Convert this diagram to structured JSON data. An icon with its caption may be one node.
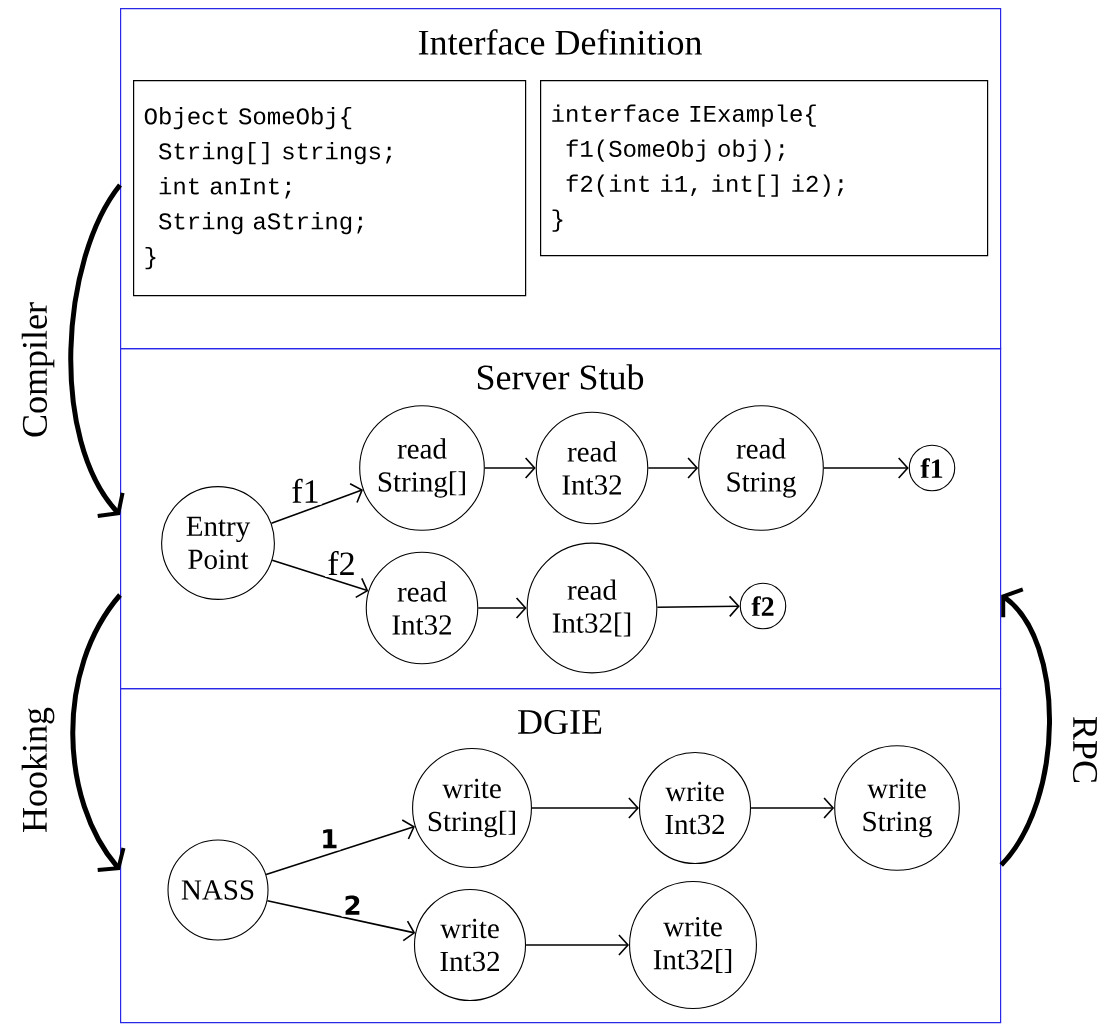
{
  "diagram": {
    "nodes": [
      {
        "text": [
          "Interface Definition"
        ]
      },
      {
        "text": [
          "Object SomeObj{",
          "String[] strings;",
          "int anInt;",
          "String aString;",
          "}"
        ],
        "in": 0
      },
      {
        "text": [
          "interface IExample{",
          "f1(SomeObj obj);",
          "f2(int i1, int[] i2);",
          "}"
        ],
        "in": 0
      },
      {
        "text": [
          "Server Stub"
        ]
      },
      {
        "text": [
          "Entry Point"
        ],
        "in": 3
      },
      {
        "text": [
          "read String[]"
        ],
        "in": 3
      },
      {
        "text": [
          "read Int32"
        ],
        "in": 3
      },
      {
        "text": [
          "read String"
        ],
        "in": 3
      },
      {
        "text": [
          "f1"
        ],
        "in": 3
      },
      {
        "text": [
          "read Int32"
        ],
        "in": 3
      },
      {
        "text": [
          "read Int32[]"
        ],
        "in": 3
      },
      {
        "text": [
          "f2"
        ],
        "in": 3
      },
      {
        "text": [
          "DGIE"
        ]
      },
      {
        "text": [
          "NASS"
        ],
        "in": 12
      },
      {
        "text": [
          "write String[]"
        ],
        "in": 12
      },
      {
        "text": [
          "write Int32"
        ],
        "in": 12
      },
      {
        "text": [
          "write String"
        ],
        "in": 12
      },
      {
        "text": [
          "write Int32"
        ],
        "in": 12
      },
      {
        "text": [
          "write Int32[]"
        ],
        "in": 12
      }
    ],
    "edges": [
      {
        "from": 0,
        "to": 3,
        "arrow": "to",
        "label": "Compiler",
        "style": "thick"
      },
      {
        "from": 3,
        "to": 12,
        "arrow": "to",
        "label": "Hooking",
        "style": "thick"
      },
      {
        "from": 12,
        "to": 3,
        "arrow": "to",
        "label": "RPC",
        "style": "thick"
      },
      {
        "from": 4,
        "to": 5,
        "arrow": "to",
        "label": "f1"
      },
      {
        "from": 5,
        "to": 6,
        "arrow": "to"
      },
      {
        "from": 6,
        "to": 7,
        "arrow": "to"
      },
      {
        "from": 7,
        "to": 8,
        "arrow": "to"
      },
      {
        "from": 4,
        "to": 9,
        "arrow": "to",
        "label": "f2"
      },
      {
        "from": 9,
        "to": 10,
        "arrow": "to"
      },
      {
        "from": 10,
        "to": 11,
        "arrow": "to"
      },
      {
        "from": 13,
        "to": 14,
        "arrow": "to",
        "label": "1"
      },
      {
        "from": 14,
        "to": 15,
        "arrow": "to"
      },
      {
        "from": 15,
        "to": 16,
        "arrow": "to"
      },
      {
        "from": 13,
        "to": 17,
        "arrow": "to",
        "label": "2"
      },
      {
        "from": 17,
        "to": 18,
        "arrow": "to"
      }
    ]
  }
}
